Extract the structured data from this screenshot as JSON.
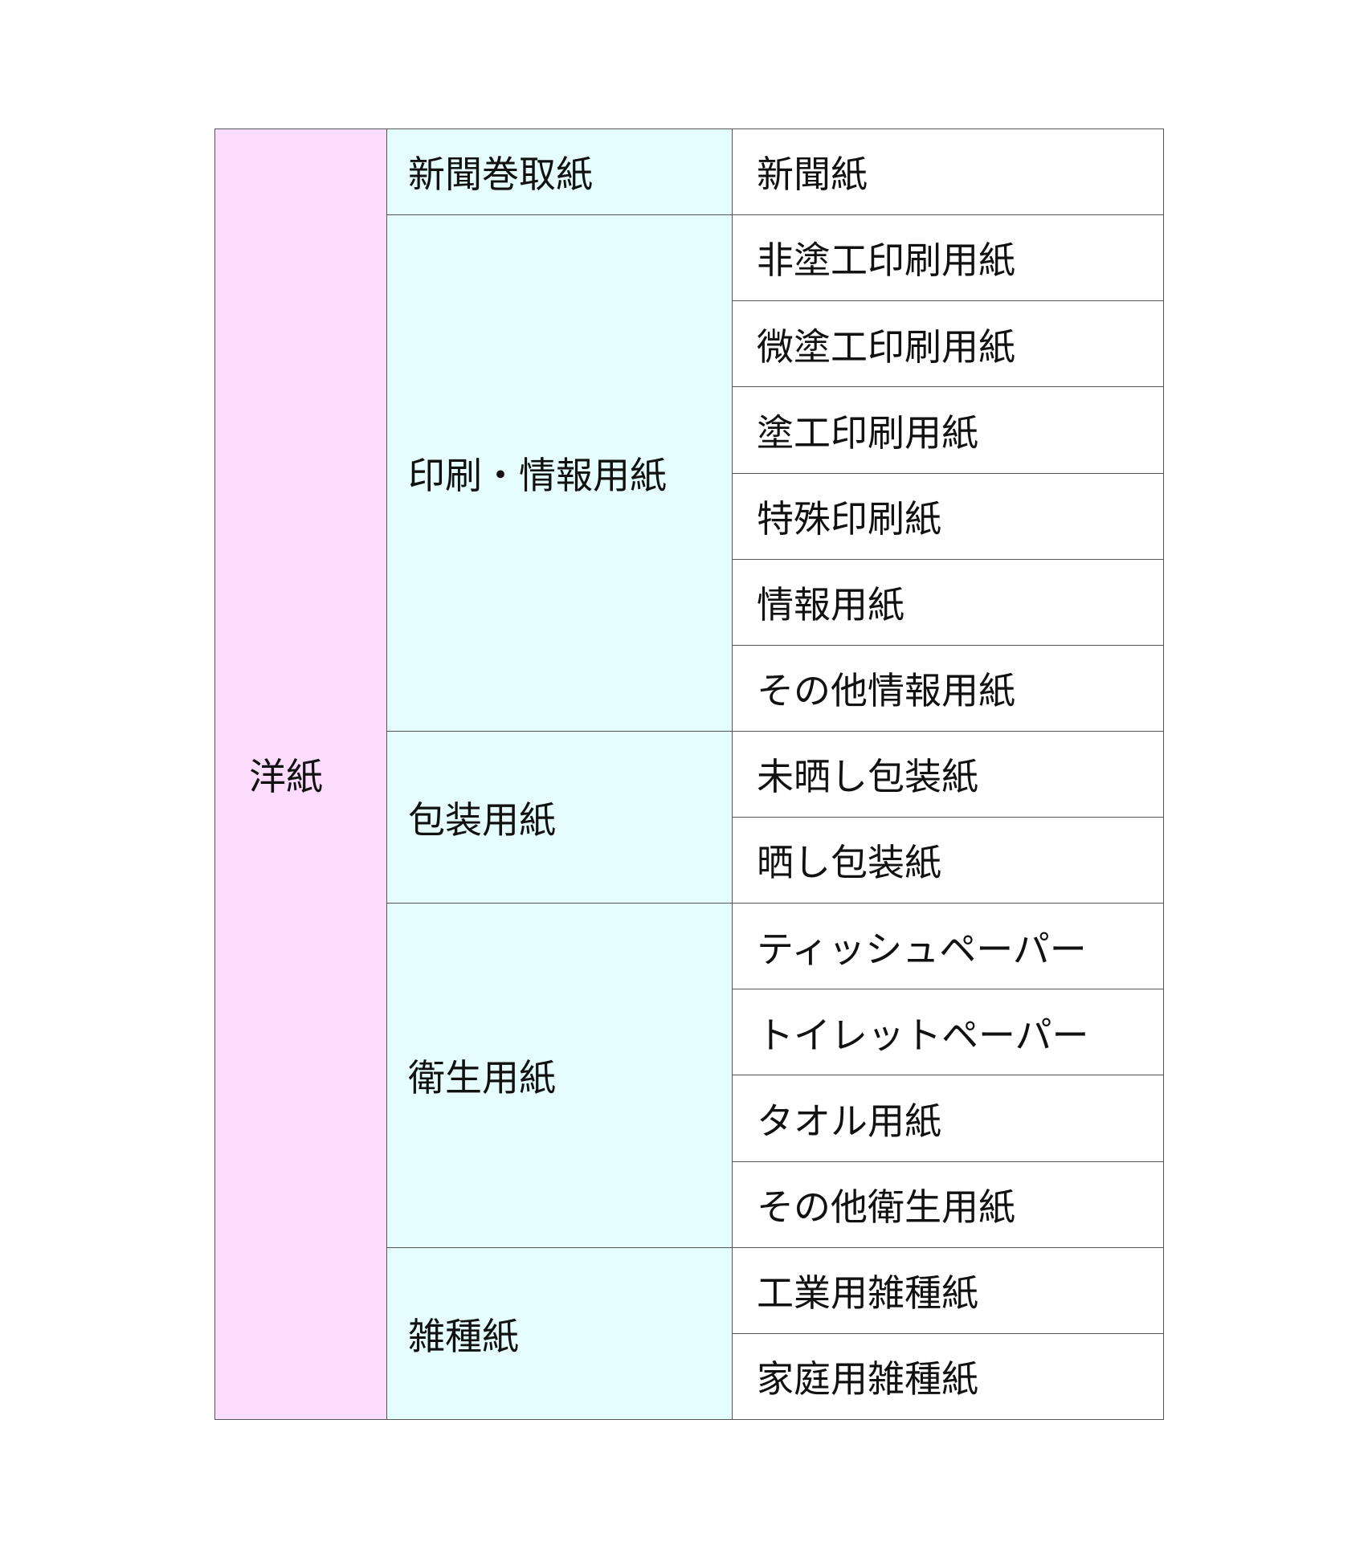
{
  "root": "洋紙",
  "groups": [
    {
      "label": "新聞巻取紙",
      "items": [
        "新聞紙"
      ]
    },
    {
      "label": "印刷・情報用紙",
      "items": [
        "非塗工印刷用紙",
        "微塗工印刷用紙",
        "塗工印刷用紙",
        "特殊印刷紙",
        "情報用紙",
        "その他情報用紙"
      ]
    },
    {
      "label": "包装用紙",
      "items": [
        "未晒し包装紙",
        "晒し包装紙"
      ]
    },
    {
      "label": "衛生用紙",
      "items": [
        "ティッシュペーパー",
        "トイレットペーパー",
        "タオル用紙",
        "その他衛生用紙"
      ]
    },
    {
      "label": "雑種紙",
      "items": [
        "工業用雑種紙",
        "家庭用雑種紙"
      ]
    }
  ],
  "colors": {
    "root_bg": "#fcdcfc",
    "group_bg": "#e6fdfd",
    "border": "#555555"
  }
}
